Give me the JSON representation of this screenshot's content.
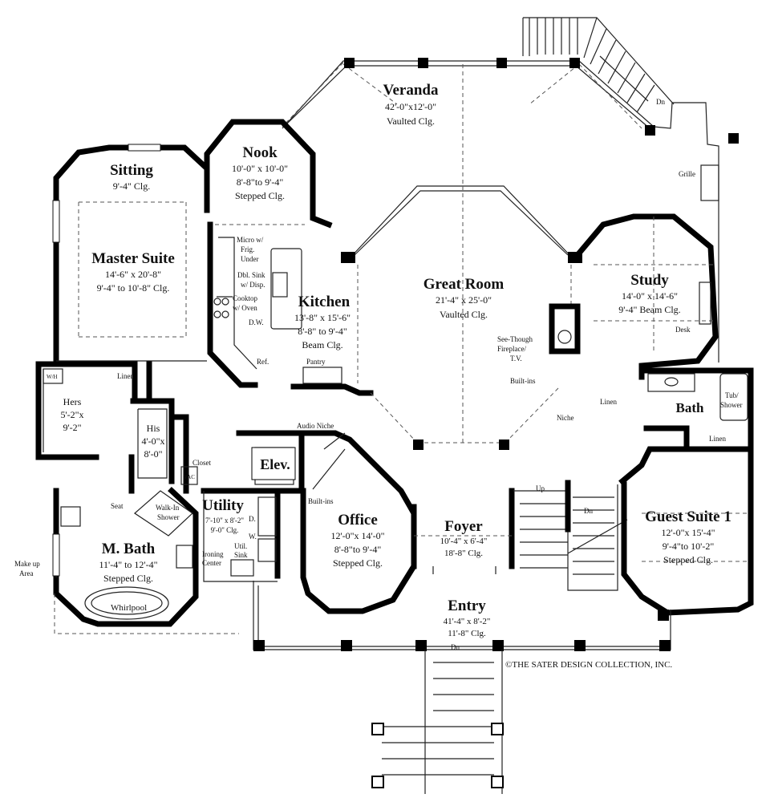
{
  "rooms": {
    "veranda": {
      "name": "Veranda",
      "lines": [
        "42'-0\"x12'-0\"",
        "Vaulted Clg."
      ]
    },
    "nook": {
      "name": "Nook",
      "lines": [
        "10'-0\" x 10'-0\"",
        "8'-8\"to 9'-4\"",
        "Stepped Clg."
      ]
    },
    "sitting": {
      "name": "Sitting",
      "lines": [
        "9'-4\" Clg."
      ]
    },
    "master_suite": {
      "name": "Master Suite",
      "lines": [
        "14'-6\" x 20'-8\"",
        "9'-4\" to 10'-8\" Clg."
      ]
    },
    "kitchen": {
      "name": "Kitchen",
      "lines": [
        "13'-8\" x 15'-6\"",
        "8'-8\" to 9'-4\"",
        "Beam Clg."
      ]
    },
    "great_room": {
      "name": "Great Room",
      "lines": [
        "21'-4\" x 25'-0\"",
        "Vaulted Clg."
      ]
    },
    "study": {
      "name": "Study",
      "lines": [
        "14'-0\" x 14'-6\"",
        "9'-4\" Beam Clg."
      ]
    },
    "bath": {
      "name": "Bath",
      "lines": []
    },
    "hers": {
      "name": "",
      "lines": [
        "Hers",
        "5'-2\"x",
        "9'-2\""
      ]
    },
    "his": {
      "name": "",
      "lines": [
        "His",
        "4'-0\"x",
        "8'-0\""
      ]
    },
    "utility": {
      "name": "Utility",
      "lines": [
        "7'-10\" x 8'-2\"",
        "9'-0\" Clg."
      ]
    },
    "office": {
      "name": "Office",
      "lines": [
        "12'-0\"x 14'-0\"",
        "8'-8\"to 9'-4\"",
        "Stepped Clg."
      ]
    },
    "foyer": {
      "name": "Foyer",
      "lines": [
        "10'-4\" x 6'-4\"",
        "18'-8\" Clg."
      ]
    },
    "guest_suite": {
      "name": "Guest Suite 1",
      "lines": [
        "12'-0\"x 15'-4\"",
        "9'-4\"to 10'-2\"",
        "Stepped Clg."
      ]
    },
    "m_bath": {
      "name": "M. Bath",
      "lines": [
        "11'-4\" to 12'-4\"",
        "Stepped Clg."
      ]
    },
    "entry": {
      "name": "Entry",
      "lines": [
        "41'-4\" x 8'-2\"",
        "11'-8\" Clg."
      ]
    },
    "elev": {
      "name": "Elev.",
      "lines": []
    }
  },
  "labels": {
    "micro": [
      "Micro w/",
      "Frig.",
      "Under"
    ],
    "sink": [
      "Dbl. Sink",
      "w/ Disp."
    ],
    "cooktop": [
      "Cooktop",
      "w/ Oven"
    ],
    "dw": "D.W.",
    "ref": "Ref.",
    "pantry": "Pantry",
    "fireplace": [
      "See-Though",
      "Fireplace/",
      "T.V."
    ],
    "builtins_great": "Built-ins",
    "niche": "Niche",
    "linen_hall": "Linen",
    "linen_bath": "Linen",
    "linen_master": "Linen",
    "desk": "Desk",
    "grille": "Grille",
    "tub_shower": [
      "Tub/",
      "Shower"
    ],
    "audio_niche": "Audio Niche",
    "closet": "Closet",
    "vac": "VAC",
    "builtins_office": "Built-ins",
    "seat": "Seat",
    "walkin_shower": [
      "Walk-In",
      "Shower"
    ],
    "dryer": "D.",
    "washer": "W.",
    "util_sink": [
      "Util.",
      "Sink"
    ],
    "ironing": [
      "Ironing",
      "Center"
    ],
    "makeup": [
      "Make up",
      "Area"
    ],
    "whirlpool": "Whirlpool",
    "wh": "W/H",
    "up": "Up",
    "dn_stair": "Dn",
    "dn_veranda": "Dn",
    "dn_entry": "Dn",
    "copyright": "©THE SATER DESIGN COLLECTION, INC."
  }
}
